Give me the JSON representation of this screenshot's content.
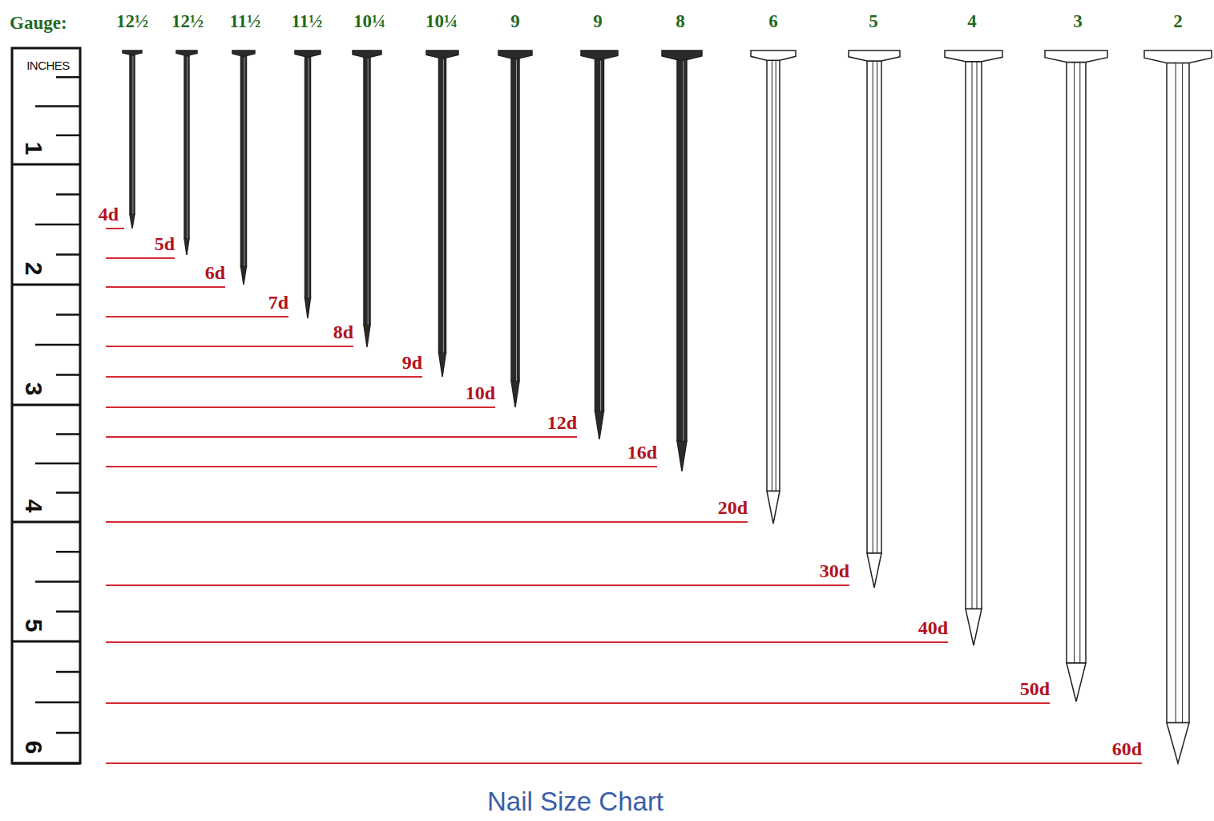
{
  "diagram": {
    "caption": "Nail Size Chart",
    "labels": [
      "Gauge:",
      "12½",
      "12½",
      "11½",
      "11½",
      "10¼",
      "10¼",
      "9",
      "9",
      "8",
      "6",
      "5",
      "4",
      "3",
      "2",
      "INCHES",
      "1",
      "2",
      "3",
      "4",
      "5",
      "6",
      "4d",
      "5d",
      "6d",
      "7d",
      "8d",
      "9d",
      "10d",
      "12d",
      "16d",
      "20d",
      "30d",
      "40d",
      "50d",
      "60d"
    ]
  }
}
